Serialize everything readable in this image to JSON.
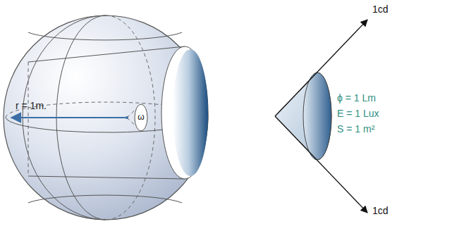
{
  "diagram": {
    "labels": [
      "r = 1m.",
      "ω",
      "1cd",
      "1cd",
      "ϕ = 1 Lm",
      "E = 1 Lux",
      "S = 1 m²"
    ]
  }
}
